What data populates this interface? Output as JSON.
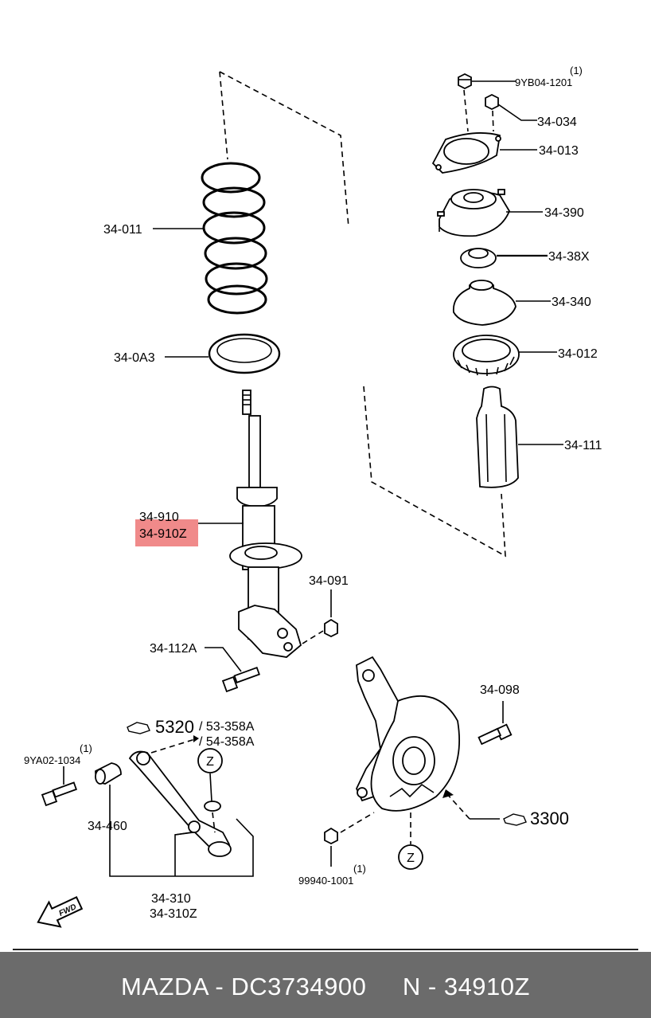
{
  "labels": {
    "nut_top_qty": "(1)",
    "nut_top": "9YB04-1201",
    "nut_34034": "34-034",
    "plate": "34-013",
    "mount": "34-390",
    "bearing": "34-38X",
    "seat": "34-340",
    "coil_insulator": "34-012",
    "bound_stopper": "34-111",
    "spring": "34-011",
    "spring_seat": "34-0A3",
    "strut_a": "34-910",
    "strut_b": "34-910Z",
    "nut_34091": "34-091",
    "bolt_34112a": "34-112A",
    "bolt_34098": "34-098",
    "ref_5320": "5320",
    "ref_53358a": "/ 53-358A",
    "ref_54358a": "/ 54-358A",
    "bolt_left_qty": "(1)",
    "bolt_left": "9YA02-1034",
    "bushing": "34-460",
    "arm_a": "34-310",
    "arm_b": "34-310Z",
    "ref_3300": "3300",
    "nut_bottom_qty": "(1)",
    "nut_bottom": "99940-1001",
    "z_marker": "Z",
    "fwd": "FWD"
  },
  "highlight_color": "#f08a8a",
  "footer": {
    "text": "MAZDA - DC3734900     N - 34910Z"
  }
}
